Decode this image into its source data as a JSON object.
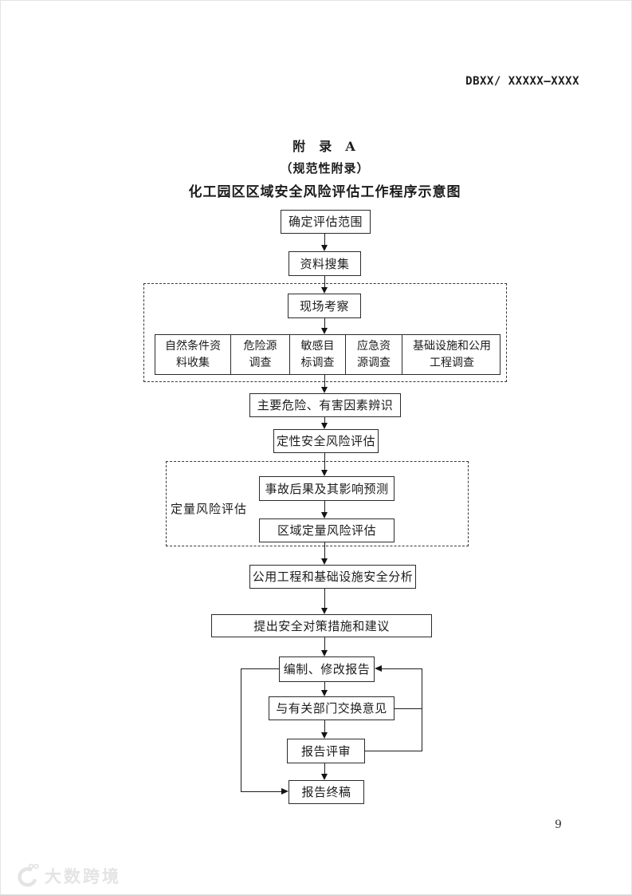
{
  "document": {
    "header_code": "DBXX/ XXXXX—XXXX",
    "page_number": "9",
    "watermark_text": "大数跨境",
    "title": {
      "appendix": "附  录  A",
      "subtitle": "（规范性附录）",
      "heading": "化工园区区域安全风险评估工作程序示意图"
    }
  },
  "flowchart": {
    "nodes": {
      "determine_scope": "确定评估范围",
      "data_collection": "资料搜集",
      "site_survey": "现场考察",
      "hazard_identification": "主要危险、有害因素辨识",
      "qualitative_risk_assessment": "定性安全风险评估",
      "quantitative_group_label": "定量风险评估",
      "accident_consequence_prediction": "事故后果及其影响预测",
      "regional_quantitative_assessment": "区域定量风险评估",
      "utility_infrastructure_analysis": "公用工程和基础设施安全分析",
      "safety_countermeasures": "提出安全对策措施和建议",
      "report_compile_revise": "编制、修改报告",
      "exchange_opinions": "与有关部门交换意见",
      "report_review": "报告评审",
      "report_final": "报告终稿"
    },
    "survey_items": [
      {
        "text": "自然条件资\n料收集"
      },
      {
        "text": "危险源\n调查"
      },
      {
        "text": "敏感目\n标调查"
      },
      {
        "text": "应急资\n源调查"
      },
      {
        "text": "基础设施和公用\n工程调查"
      }
    ]
  }
}
